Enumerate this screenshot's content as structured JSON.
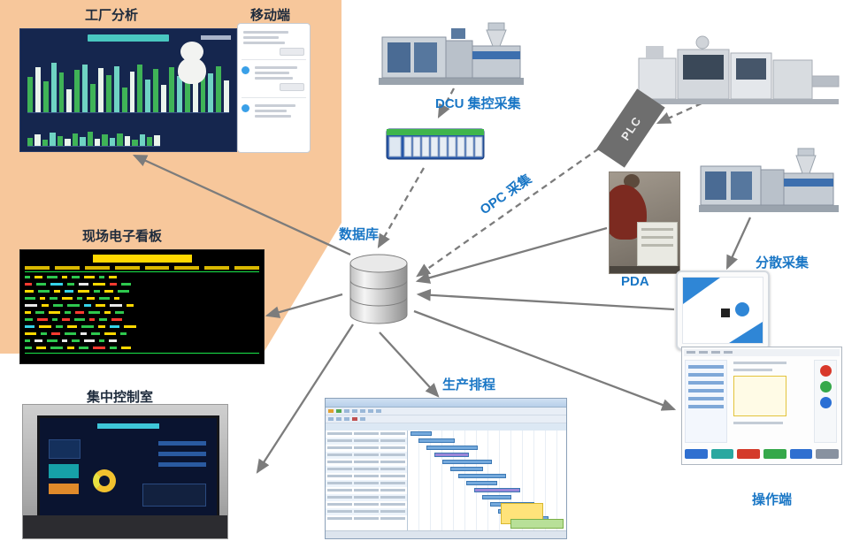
{
  "labels": {
    "factory_analysis": "工厂分析",
    "mobile": "移动端",
    "kanban": "现场电子看板",
    "control_room": "集中控制室",
    "database": "数据库",
    "dcu": "DCU 集控采集",
    "opc": "OPC 采集",
    "plc": "PLC",
    "pda": "PDA",
    "distributed": "分散采集",
    "scheduling": "生产排程",
    "operator": "操作端"
  },
  "colors": {
    "label_blue": "#1976c5",
    "label_dark": "#1e2b3c",
    "arrow_gray": "#7c7c7c",
    "panel_orange": "#f7c79b",
    "kanban_yellow": "#ffd800",
    "kanban_green": "#2ec84e"
  },
  "thumbs": {
    "dashboard": {
      "bg": "#15264e",
      "palette": [
        "#3fb357",
        "#eaf4ec",
        "#3fb357",
        "#6fd3c3"
      ],
      "bars_top": [
        62,
        80,
        55,
        88,
        70,
        40,
        75,
        85,
        50,
        78,
        66,
        82,
        44,
        72,
        84,
        58,
        76,
        48,
        80,
        64,
        86,
        52,
        74,
        68,
        82,
        56
      ],
      "bars_bottom": [
        30,
        45,
        22,
        50,
        38,
        28,
        46,
        34,
        52,
        26,
        42,
        30,
        48,
        36,
        24,
        44,
        32,
        40
      ]
    },
    "mobile": {
      "sections": [
        {
          "lines": [
            70,
            55,
            64
          ],
          "dot": false,
          "btn": true
        },
        {
          "lines": [
            80,
            65,
            72
          ],
          "dot": true,
          "btn": true
        },
        {
          "lines": [
            76,
            60,
            68
          ],
          "dot": true,
          "btn": false
        }
      ]
    },
    "kanban": {
      "rows": 11,
      "cols": 8,
      "palette": [
        "#ffd800",
        "#2ec84e",
        "#ff3b30",
        "#e8e8e8",
        "#35d2e8"
      ]
    },
    "gantt": {
      "rows": 13,
      "bar_color": "#74a9dc",
      "alt_bar_color": "#9a86d8"
    },
    "operator": {
      "left_rows": 6,
      "button_colors": [
        "#d8382a",
        "#35a84a",
        "#2a6fd4"
      ],
      "bottom_colors": [
        "#2f6fd0",
        "#2aa8a0",
        "#d43a2a",
        "#35a84a",
        "#2f6fd0",
        "#8892a0"
      ]
    }
  }
}
